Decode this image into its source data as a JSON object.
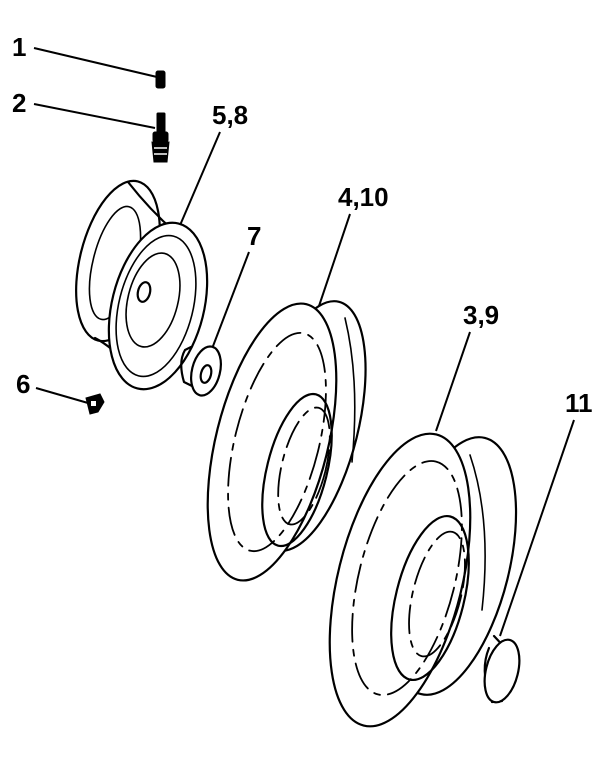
{
  "callouts": {
    "c1": "1",
    "c2": "2",
    "c58": "5,8",
    "c7": "7",
    "c410": "4,10",
    "c39": "3,9",
    "c6": "6",
    "c11": "11"
  },
  "colors": {
    "ink": "#000000",
    "background": "#ffffff"
  }
}
